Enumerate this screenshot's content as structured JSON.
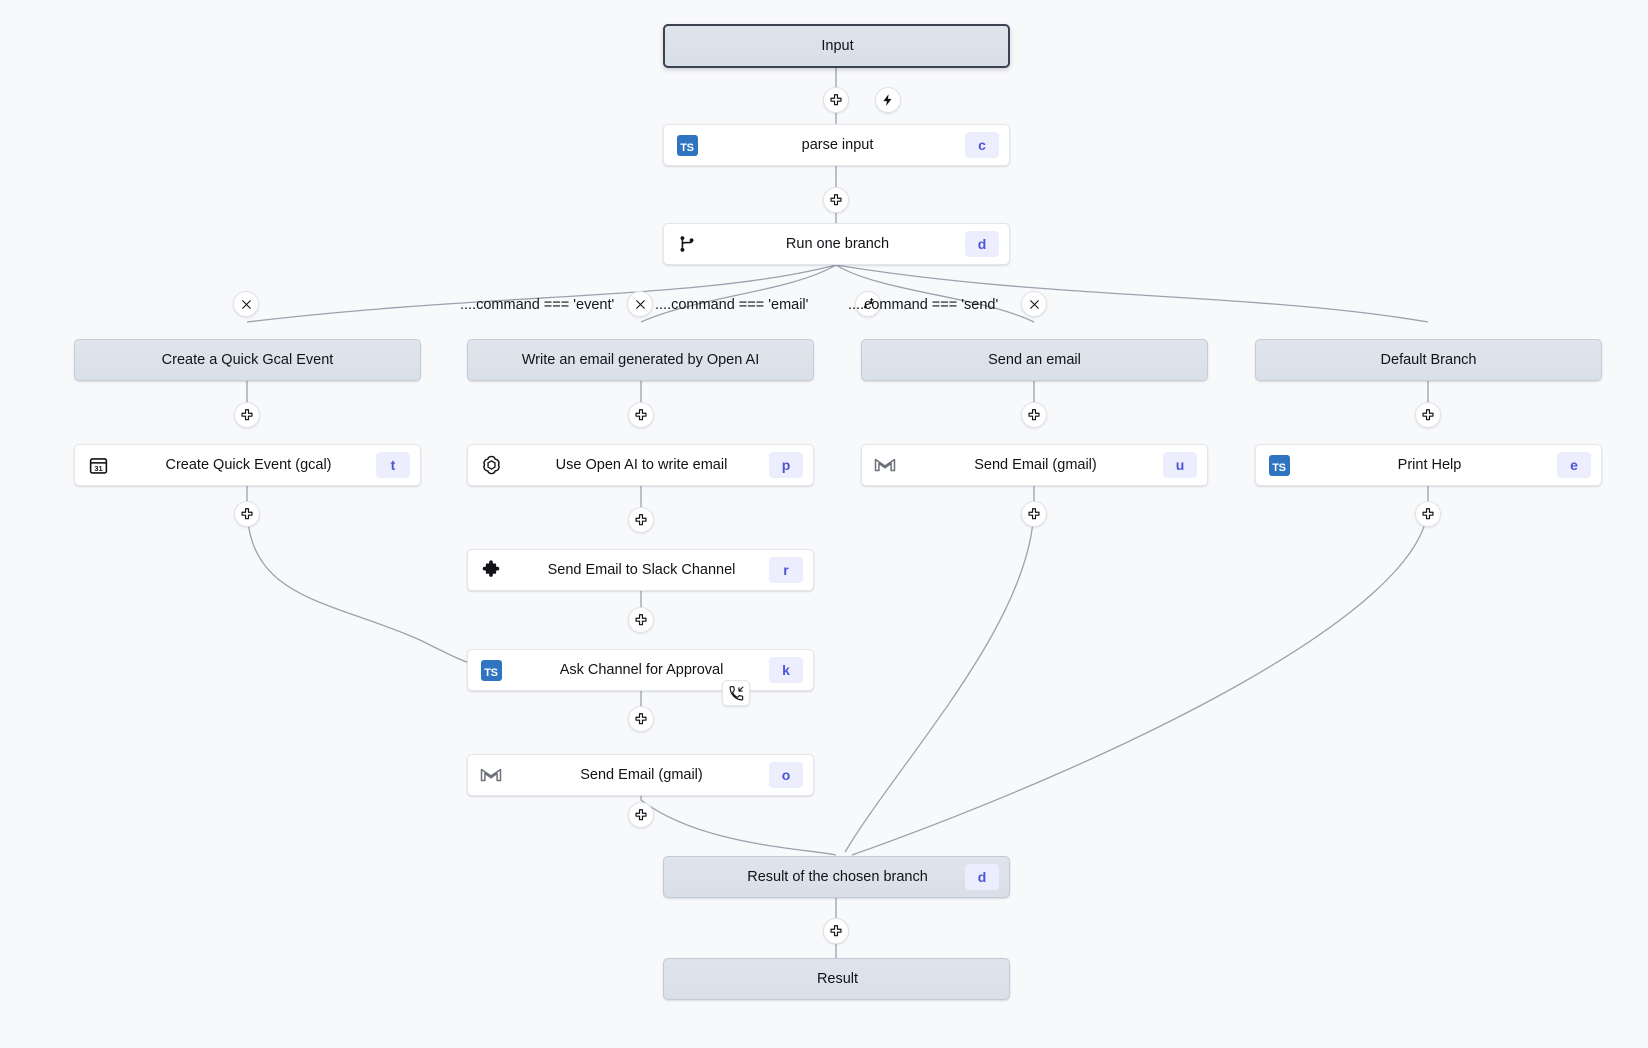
{
  "canvas": {
    "background": "#f8f9fb",
    "edge_color": "#9aa2ad",
    "accent": "#4d54d6",
    "ts_icon_color": "#2f74c0"
  },
  "nodes": {
    "input": {
      "label": "Input",
      "badge": "",
      "icon": "none",
      "type": "terminal"
    },
    "parse_input": {
      "label": "parse input",
      "badge": "c",
      "icon": "ts-icon",
      "type": "step"
    },
    "run_branch": {
      "label": "Run one branch",
      "badge": "d",
      "icon": "branch-icon",
      "type": "step"
    },
    "branch1_head": {
      "label": "Create a Quick Gcal Event",
      "badge": "",
      "icon": "none",
      "type": "branchhead"
    },
    "branch2_head": {
      "label": "Write an email generated by Open AI",
      "badge": "",
      "icon": "none",
      "type": "branchhead"
    },
    "branch3_head": {
      "label": "Send an email",
      "badge": "",
      "icon": "none",
      "type": "branchhead"
    },
    "branch4_head": {
      "label": "Default Branch",
      "badge": "",
      "icon": "none",
      "type": "branchhead"
    },
    "gcal_event": {
      "label": "Create Quick Event (gcal)",
      "badge": "t",
      "icon": "calendar-icon",
      "type": "step"
    },
    "openai_write": {
      "label": "Use Open AI to write email",
      "badge": "p",
      "icon": "openai-icon",
      "type": "step"
    },
    "slack_send": {
      "label": "Send Email to Slack Channel",
      "badge": "r",
      "icon": "puzzle-icon",
      "type": "step"
    },
    "ask_approval": {
      "label": "Ask Channel for Approval",
      "badge": "k",
      "icon": "ts-icon",
      "type": "step",
      "corner_badge": "call-incoming-icon"
    },
    "gmail_send_b": {
      "label": "Send Email (gmail)",
      "badge": "o",
      "icon": "gmail-icon",
      "type": "step"
    },
    "gmail_send_c": {
      "label": "Send Email (gmail)",
      "badge": "u",
      "icon": "gmail-icon",
      "type": "step"
    },
    "print_help": {
      "label": "Print Help",
      "badge": "e",
      "icon": "ts-icon",
      "type": "step"
    },
    "branch_result": {
      "label": "Result of the chosen branch",
      "badge": "d",
      "icon": "none",
      "type": "terminal"
    },
    "result": {
      "label": "Result",
      "badge": "",
      "icon": "none",
      "type": "terminal"
    }
  },
  "branch_conditions": [
    {
      "text": "....command === 'event'"
    },
    {
      "text": "....command === 'email'"
    },
    {
      "text": "....command === 'send'"
    }
  ],
  "handles": {
    "add": "plus-icon",
    "bolt": "lightning-icon",
    "remove": "close-icon",
    "add_branch": "add-branch-icon"
  }
}
